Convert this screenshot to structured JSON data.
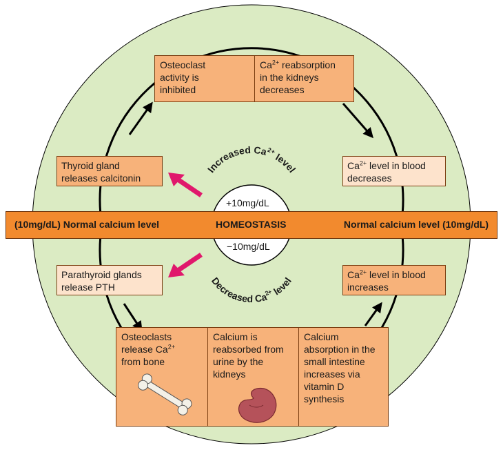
{
  "bar": {
    "left_label": "(10mg/dL) Normal calcium level",
    "center_label": "HOMEOSTASIS",
    "right_label": "Normal calcium level (10mg/dL)"
  },
  "center": {
    "upper_value": "+10mg/dL",
    "lower_value": "−10mg/dL",
    "upper_arc": [
      "Increased Ca",
      "2+",
      " level"
    ],
    "lower_arc": [
      "Decreased Ca",
      "2+",
      " level"
    ]
  },
  "top_box": {
    "left": [
      "Osteoclast",
      "activity is",
      "inhibited"
    ],
    "right_line1": [
      "Ca",
      "2+",
      " reabsorption"
    ],
    "right_rest": [
      "in the kidneys",
      "decreases"
    ]
  },
  "thyroid": [
    "Thyroid gland",
    "releases calcitonin"
  ],
  "blood_decreases": {
    "line1": [
      "Ca",
      "2+",
      " level in blood"
    ],
    "line2": "decreases"
  },
  "parathyroid": [
    "Parathyroid glands",
    "release PTH"
  ],
  "blood_increases": {
    "line1": [
      "Ca",
      "2+",
      " level in blood"
    ],
    "line2": "increases"
  },
  "bottom_box": {
    "col1": {
      "line1": "Osteoclasts",
      "line2": [
        "release Ca",
        "2+"
      ],
      "line3": "from bone"
    },
    "col2": [
      "Calcium is",
      "reabsorbed from",
      "urine by the",
      "kidneys"
    ],
    "col3": [
      "Calcium",
      "absorption in the",
      "small intestine",
      "increases via",
      "vitamin D",
      "synthesis"
    ]
  },
  "colors": {
    "circle_fill": "#dbebc3",
    "box_dark": "#f7b27a",
    "box_light": "#fde3cc",
    "bar": "#f28a2e",
    "pink_arrow": "#e0186c",
    "kidney": "#b5525a"
  },
  "icons": [
    "bone-icon",
    "kidney-icon"
  ]
}
